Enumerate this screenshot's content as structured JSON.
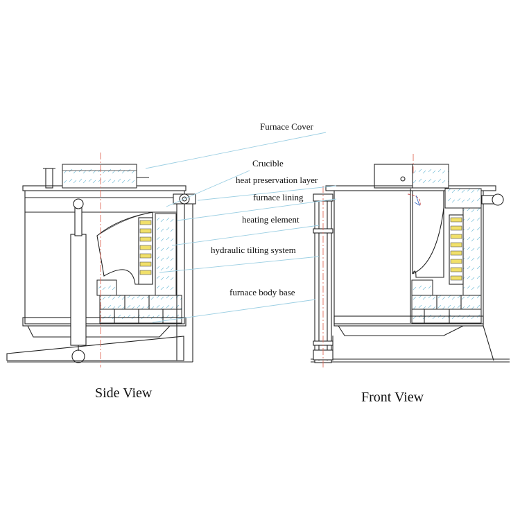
{
  "labels": {
    "furnace_cover": "Furnace Cover",
    "crucible": "Crucible",
    "heat_preservation_layer": "heat preservation layer",
    "furnace_lining": "furnace lining",
    "heating_element": "heating element",
    "hydraulic_tilting_system": "hydraulic tilting system",
    "furnace_body_base": "furnace body base"
  },
  "captions": {
    "side_view": "Side View",
    "front_view": "Front View"
  },
  "colors": {
    "leader_lines": "#9ccfe3",
    "center_axis": "#e06a5a",
    "heating_coil": "#f1e06a",
    "insulation_hatch": "#7fc3dc"
  }
}
